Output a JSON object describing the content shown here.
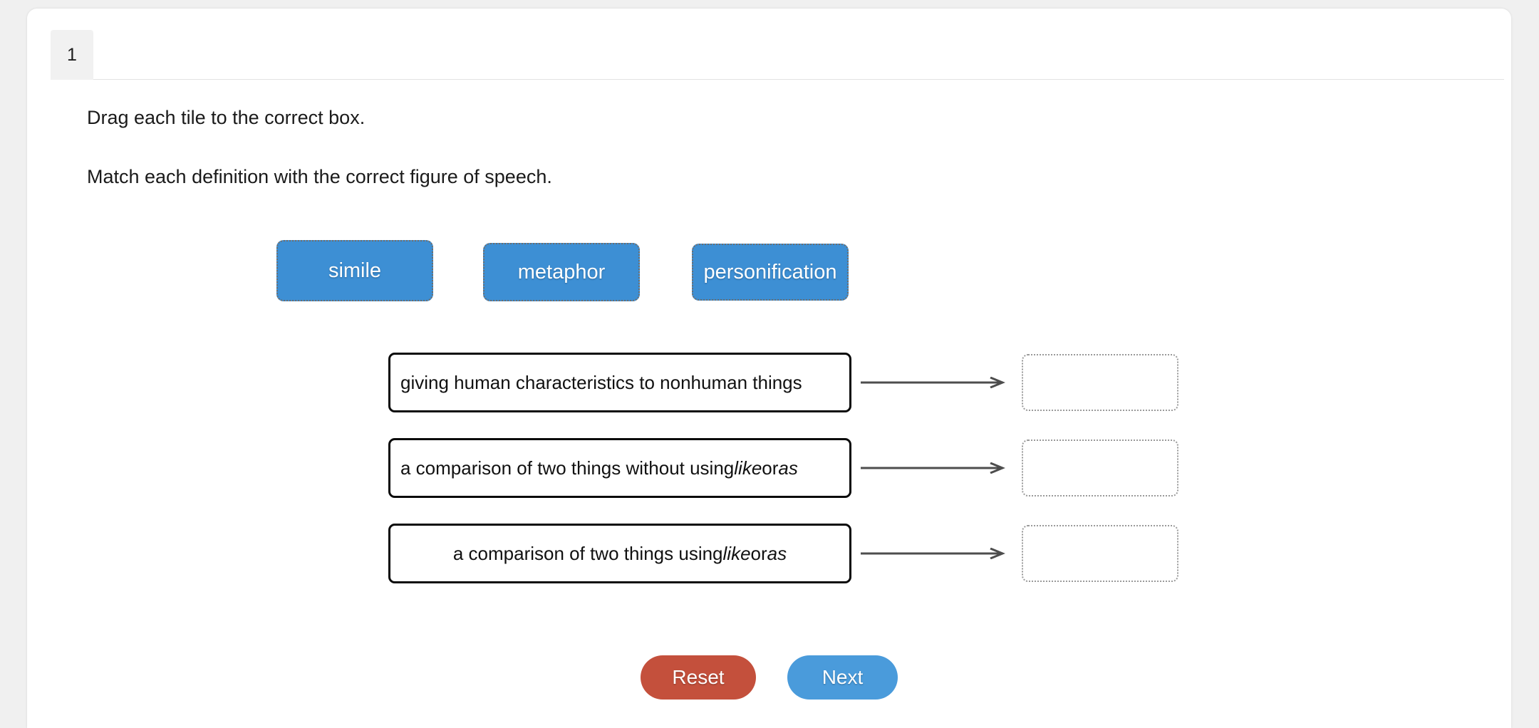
{
  "question": {
    "tab_label": "1",
    "instruction_primary": "Drag each tile to the correct box.",
    "instruction_secondary": "Match each definition with the correct figure of speech."
  },
  "tiles": [
    {
      "id": "simile",
      "label": "simile"
    },
    {
      "id": "metaphor",
      "label": "metaphor"
    },
    {
      "id": "personification",
      "label": "personification"
    }
  ],
  "matches": [
    {
      "definition_prefix": "giving human characteristics to nonhuman things",
      "definition_italic_1": "",
      "definition_middle": "",
      "definition_italic_2": "",
      "definition_suffix": "",
      "align": "left",
      "drop_value": ""
    },
    {
      "definition_prefix": "a comparison of two things without using ",
      "definition_italic_1": "like",
      "definition_middle": " or ",
      "definition_italic_2": "as",
      "definition_suffix": "",
      "align": "left",
      "drop_value": ""
    },
    {
      "definition_prefix": "a comparison of two things using ",
      "definition_italic_1": "like",
      "definition_middle": " or ",
      "definition_italic_2": "as",
      "definition_suffix": "",
      "align": "center",
      "drop_value": ""
    }
  ],
  "actions": {
    "reset_label": "Reset",
    "next_label": "Next"
  },
  "colors": {
    "tile_blue": "#3d8fd4",
    "next_blue": "#4a9bdb",
    "reset_red": "#c4503c",
    "page_background": "#f0f0f0",
    "card_background": "#ffffff",
    "tab_background": "#f1f1f1",
    "definition_border": "#0a0a0a",
    "drop_zone_border": "#9a9a9a",
    "arrow_color": "#4d4d4d"
  },
  "icons": {
    "arrow": "arrow-right-icon"
  }
}
